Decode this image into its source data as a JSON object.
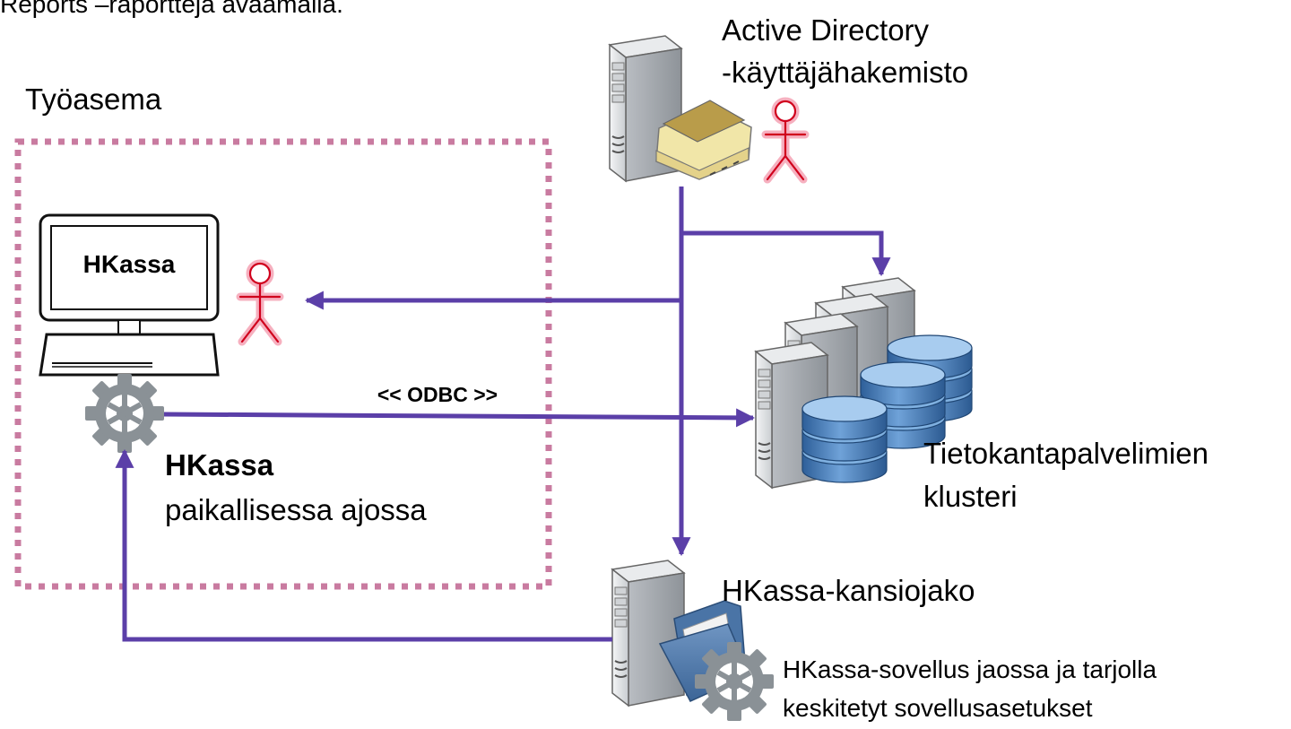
{
  "intro_text": "Reports –raportteja avaamalla.",
  "workstation": {
    "title": "Työasema",
    "monitor_label": "HKassa",
    "app_title": "HKassa",
    "app_subtitle": "paikallisessa ajossa"
  },
  "active_directory": {
    "line1": "Active Directory",
    "line2": "-käyttäjähakemisto"
  },
  "db_cluster": {
    "line1": "Tietokantapalvelimien",
    "line2": "klusteri"
  },
  "connection": {
    "odbc_label": "<< ODBC >>"
  },
  "file_share": {
    "title": "HKassa-kansiojako",
    "desc1": "HKassa-sovellus jaossa ja tarjolla",
    "desc2": "keskitetyt sovellusasetukset"
  },
  "colors": {
    "arrow": "#5B3FA8",
    "dotted_border": "#C97BA0",
    "user_glow": "#F5A3B5",
    "user_stroke": "#D0001C",
    "db_blue": "#3F77B8",
    "gear_gray": "#8A9196",
    "server_gray": "#D9DCDF"
  },
  "icons": [
    "server-icon",
    "address-book-icon",
    "user-icon",
    "monitor-icon",
    "gear-icon",
    "database-icon",
    "folder-icon"
  ]
}
